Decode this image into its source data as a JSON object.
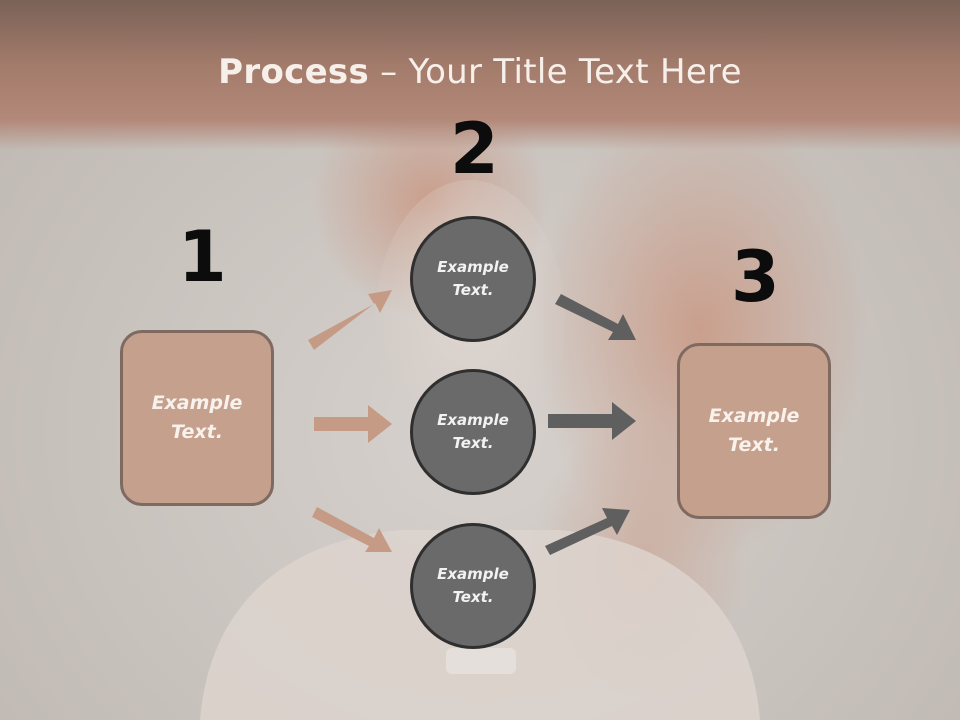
{
  "slide": {
    "title_strong": "Process",
    "title_rest": " – Your Title Text Here"
  },
  "steps": {
    "one": "1",
    "two": "2",
    "three": "3"
  },
  "boxes": {
    "left": "Example\nText.",
    "right": "Example\nText."
  },
  "circles": [
    {
      "label": "Example\nText."
    },
    {
      "label": "Example\nText."
    },
    {
      "label": "Example\nText."
    }
  ],
  "colors": {
    "accent_brown": "#c4a08d",
    "box_border": "#7f6a62",
    "circle_fill": "#6a6a6a",
    "arrow_left": "#c59b86",
    "arrow_right": "#5f5f5f"
  }
}
